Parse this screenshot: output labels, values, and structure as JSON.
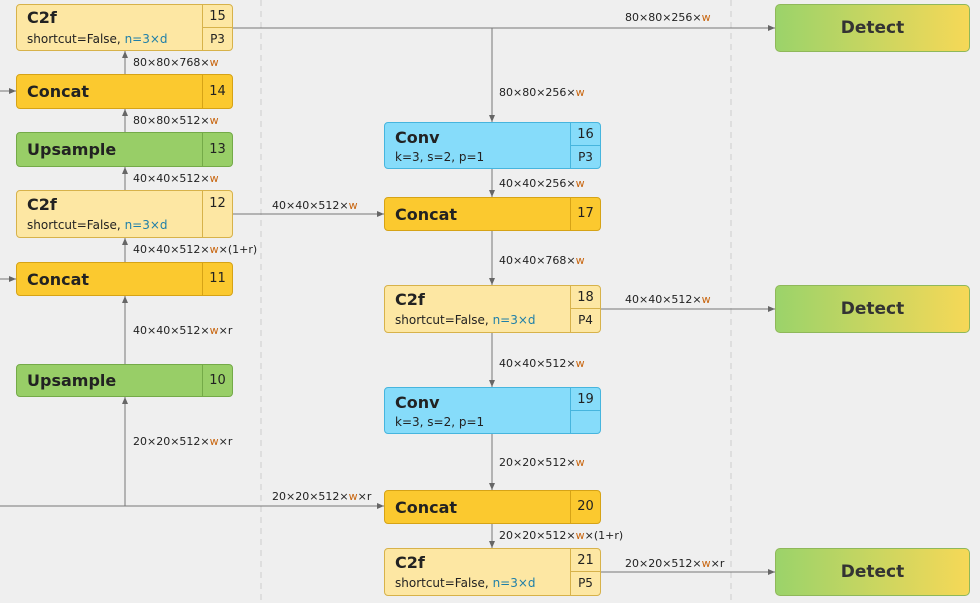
{
  "nodes": {
    "n15": {
      "title": "C2f",
      "sub_plain": "shortcut=False,",
      "sub_hl": "n=3×d",
      "index": "15",
      "tag": "P3"
    },
    "n14": {
      "title": "Concat",
      "index": "14"
    },
    "n13": {
      "title": "Upsample",
      "index": "13"
    },
    "n12": {
      "title": "C2f",
      "sub_plain": "shortcut=False,",
      "sub_hl": "n=3×d",
      "index": "12"
    },
    "n11": {
      "title": "Concat",
      "index": "11"
    },
    "n10": {
      "title": "Upsample",
      "index": "10"
    },
    "n16": {
      "title": "Conv",
      "sub": "k=3, s=2, p=1",
      "index": "16",
      "tag": "P3"
    },
    "n17": {
      "title": "Concat",
      "index": "17"
    },
    "n18": {
      "title": "C2f",
      "sub_plain": "shortcut=False,",
      "sub_hl": "n=3×d",
      "index": "18",
      "tag": "P4"
    },
    "n19": {
      "title": "Conv",
      "sub": "k=3, s=2, p=1",
      "index": "19"
    },
    "n20": {
      "title": "Concat",
      "index": "20"
    },
    "n21": {
      "title": "C2f",
      "sub_plain": "shortcut=False,",
      "sub_hl": "n=3×d",
      "index": "21",
      "tag": "P5"
    },
    "detect1": {
      "title": "Detect"
    },
    "detect2": {
      "title": "Detect"
    },
    "detect3": {
      "title": "Detect"
    }
  },
  "edge_labels": {
    "e14_15": {
      "pre": "80×80×768×",
      "w": "w",
      "post": ""
    },
    "e13_14": {
      "pre": "80×80×512×",
      "w": "w",
      "post": ""
    },
    "e12_13": {
      "pre": "40×40×512×",
      "w": "w",
      "post": ""
    },
    "e11_12": {
      "pre": "40×40×512×",
      "w": "w",
      "post": "×(1+r)"
    },
    "e10_11": {
      "pre": "40×40×512×",
      "w": "w",
      "post": "×r"
    },
    "e_in_10": {
      "pre": "20×20×512×",
      "w": "w",
      "post": "×r"
    },
    "e15_detect": {
      "pre": "80×80×256×",
      "w": "w",
      "post": ""
    },
    "e15_16": {
      "pre": "80×80×256×",
      "w": "w",
      "post": ""
    },
    "e16_17": {
      "pre": "40×40×256×",
      "w": "w",
      "post": ""
    },
    "e12_17": {
      "pre": "40×40×512×",
      "w": "w",
      "post": ""
    },
    "e17_18": {
      "pre": "40×40×768×",
      "w": "w",
      "post": ""
    },
    "e18_detect": {
      "pre": "40×40×512×",
      "w": "w",
      "post": ""
    },
    "e18_19": {
      "pre": "40×40×512×",
      "w": "w",
      "post": ""
    },
    "e19_20": {
      "pre": "20×20×512×",
      "w": "w",
      "post": ""
    },
    "e_in_20": {
      "pre": "20×20×512×",
      "w": "w",
      "post": "×r"
    },
    "e20_21": {
      "pre": "20×20×512×",
      "w": "w",
      "post": "×(1+r)"
    },
    "e21_detect": {
      "pre": "20×20×512×",
      "w": "w",
      "post": "×r"
    }
  },
  "colors": {
    "c2f": "#fde7a3",
    "concat": "#fbc92f",
    "upsample": "#98ce67",
    "conv": "#86dcfa",
    "detect_start": "#9bd36a",
    "detect_end": "#f6d857",
    "scale_w": "#c8650f",
    "scale_d": "#1f7fa8"
  }
}
